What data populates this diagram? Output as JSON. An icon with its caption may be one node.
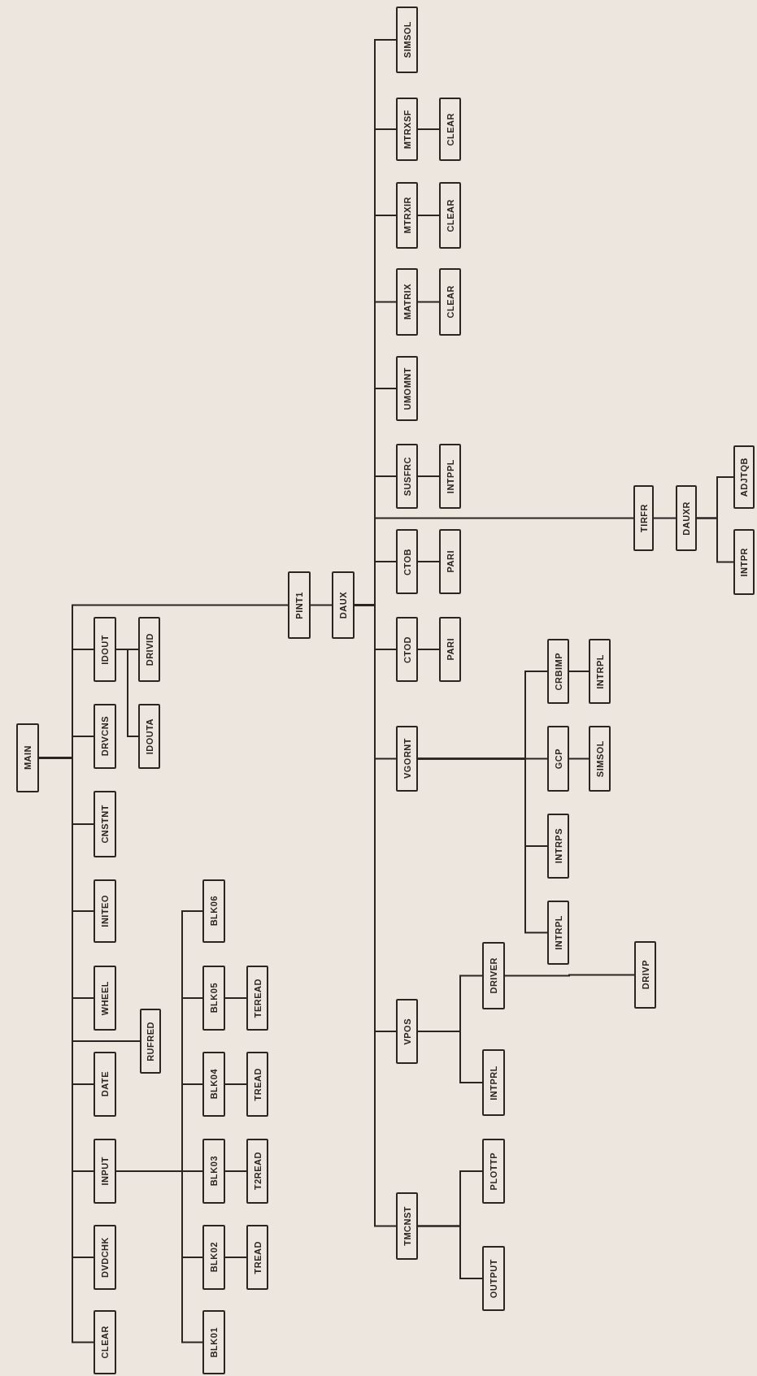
{
  "diagram": {
    "nodes": [
      {
        "text": [
          "MAIN"
        ]
      },
      {
        "text": [
          "CLEAR"
        ]
      },
      {
        "text": [
          "DVDCHK"
        ]
      },
      {
        "text": [
          "INPUT"
        ]
      },
      {
        "text": [
          "BLK01"
        ]
      },
      {
        "text": [
          "BLK02"
        ]
      },
      {
        "text": [
          "TREAD"
        ]
      },
      {
        "text": [
          "BLK03"
        ]
      },
      {
        "text": [
          "T2READ"
        ]
      },
      {
        "text": [
          "BLK04"
        ]
      },
      {
        "text": [
          "TREAD"
        ]
      },
      {
        "text": [
          "BLK05"
        ]
      },
      {
        "text": [
          "TEREAD"
        ]
      },
      {
        "text": [
          "BLK06"
        ]
      },
      {
        "text": [
          "DATE"
        ]
      },
      {
        "text": [
          "RUFRED"
        ]
      },
      {
        "text": [
          "WHEEL"
        ]
      },
      {
        "text": [
          "INITEO"
        ]
      },
      {
        "text": [
          "CNSTNT"
        ]
      },
      {
        "text": [
          "DRVCNS"
        ]
      },
      {
        "text": [
          "IDOUT"
        ]
      },
      {
        "text": [
          "IDOUTA"
        ]
      },
      {
        "text": [
          "DRIVID"
        ]
      },
      {
        "text": [
          "PINT1"
        ]
      },
      {
        "text": [
          "DAUX"
        ]
      },
      {
        "text": [
          "TMCNST"
        ]
      },
      {
        "text": [
          "OUTPUT"
        ]
      },
      {
        "text": [
          "PLOTTP"
        ]
      },
      {
        "text": [
          "VPOS"
        ]
      },
      {
        "text": [
          "INTPRL"
        ]
      },
      {
        "text": [
          "DRIVER"
        ]
      },
      {
        "text": [
          "DRIVP"
        ]
      },
      {
        "text": [
          "VGORNT"
        ]
      },
      {
        "text": [
          "INTRPL"
        ]
      },
      {
        "text": [
          "INTRPS"
        ]
      },
      {
        "text": [
          "GCP"
        ]
      },
      {
        "text": [
          "SIMSOL"
        ]
      },
      {
        "text": [
          "CRBIMP"
        ]
      },
      {
        "text": [
          "INTRPL"
        ]
      },
      {
        "text": [
          "CTOD"
        ]
      },
      {
        "text": [
          "PARI"
        ]
      },
      {
        "text": [
          "CTOB"
        ]
      },
      {
        "text": [
          "PARI"
        ]
      },
      {
        "text": [
          "TIRFR"
        ]
      },
      {
        "text": [
          "DAUXR"
        ]
      },
      {
        "text": [
          "INTPR"
        ]
      },
      {
        "text": [
          "ADJTQB"
        ]
      },
      {
        "text": [
          "SUSFRC"
        ]
      },
      {
        "text": [
          "INTPPL"
        ]
      },
      {
        "text": [
          "UMOMNT"
        ]
      },
      {
        "text": [
          "MATRIX"
        ]
      },
      {
        "text": [
          "CLEAR"
        ]
      },
      {
        "text": [
          "MTRXIR"
        ]
      },
      {
        "text": [
          "CLEAR"
        ]
      },
      {
        "text": [
          "MTRXSF"
        ]
      },
      {
        "text": [
          "CLEAR"
        ]
      },
      {
        "text": [
          "SIMSOL"
        ]
      }
    ],
    "edges": [
      {
        "from": 0,
        "to": 1,
        "arrow": "none"
      },
      {
        "from": 0,
        "to": 2,
        "arrow": "none"
      },
      {
        "from": 0,
        "to": 3,
        "arrow": "none"
      },
      {
        "from": 3,
        "to": 4,
        "arrow": "none"
      },
      {
        "from": 3,
        "to": 5,
        "arrow": "none"
      },
      {
        "from": 5,
        "to": 6,
        "arrow": "none"
      },
      {
        "from": 3,
        "to": 7,
        "arrow": "none"
      },
      {
        "from": 7,
        "to": 8,
        "arrow": "none"
      },
      {
        "from": 3,
        "to": 9,
        "arrow": "none"
      },
      {
        "from": 9,
        "to": 10,
        "arrow": "none"
      },
      {
        "from": 3,
        "to": 11,
        "arrow": "none"
      },
      {
        "from": 11,
        "to": 12,
        "arrow": "none"
      },
      {
        "from": 3,
        "to": 13,
        "arrow": "none"
      },
      {
        "from": 0,
        "to": 14,
        "arrow": "none"
      },
      {
        "from": 0,
        "to": 15,
        "arrow": "none"
      },
      {
        "from": 0,
        "to": 16,
        "arrow": "none"
      },
      {
        "from": 0,
        "to": 17,
        "arrow": "none"
      },
      {
        "from": 0,
        "to": 18,
        "arrow": "none"
      },
      {
        "from": 0,
        "to": 19,
        "arrow": "none"
      },
      {
        "from": 0,
        "to": 20,
        "arrow": "none"
      },
      {
        "from": 20,
        "to": 21,
        "arrow": "none"
      },
      {
        "from": 20,
        "to": 22,
        "arrow": "none"
      },
      {
        "from": 0,
        "to": 23,
        "arrow": "none"
      },
      {
        "from": 23,
        "to": 24,
        "arrow": "none"
      },
      {
        "from": 24,
        "to": 25,
        "arrow": "none"
      },
      {
        "from": 25,
        "to": 26,
        "arrow": "none"
      },
      {
        "from": 25,
        "to": 27,
        "arrow": "none"
      },
      {
        "from": 24,
        "to": 28,
        "arrow": "none"
      },
      {
        "from": 28,
        "to": 29,
        "arrow": "none"
      },
      {
        "from": 28,
        "to": 30,
        "arrow": "none"
      },
      {
        "from": 30,
        "to": 31,
        "arrow": "none"
      },
      {
        "from": 24,
        "to": 32,
        "arrow": "none"
      },
      {
        "from": 32,
        "to": 33,
        "arrow": "none"
      },
      {
        "from": 32,
        "to": 34,
        "arrow": "none"
      },
      {
        "from": 32,
        "to": 35,
        "arrow": "none"
      },
      {
        "from": 35,
        "to": 36,
        "arrow": "none"
      },
      {
        "from": 32,
        "to": 37,
        "arrow": "none"
      },
      {
        "from": 37,
        "to": 38,
        "arrow": "none"
      },
      {
        "from": 24,
        "to": 39,
        "arrow": "none"
      },
      {
        "from": 39,
        "to": 40,
        "arrow": "none"
      },
      {
        "from": 24,
        "to": 41,
        "arrow": "none"
      },
      {
        "from": 41,
        "to": 42,
        "arrow": "none"
      },
      {
        "from": 24,
        "to": 43,
        "arrow": "none"
      },
      {
        "from": 43,
        "to": 44,
        "arrow": "none"
      },
      {
        "from": 44,
        "to": 45,
        "arrow": "none"
      },
      {
        "from": 44,
        "to": 46,
        "arrow": "none"
      },
      {
        "from": 24,
        "to": 47,
        "arrow": "none"
      },
      {
        "from": 47,
        "to": 48,
        "arrow": "none"
      },
      {
        "from": 24,
        "to": 49,
        "arrow": "none"
      },
      {
        "from": 24,
        "to": 50,
        "arrow": "none"
      },
      {
        "from": 50,
        "to": 51,
        "arrow": "none"
      },
      {
        "from": 24,
        "to": 52,
        "arrow": "none"
      },
      {
        "from": 52,
        "to": 53,
        "arrow": "none"
      },
      {
        "from": 24,
        "to": 54,
        "arrow": "none"
      },
      {
        "from": 54,
        "to": 55,
        "arrow": "none"
      },
      {
        "from": 24,
        "to": 56,
        "arrow": "none"
      }
    ]
  }
}
